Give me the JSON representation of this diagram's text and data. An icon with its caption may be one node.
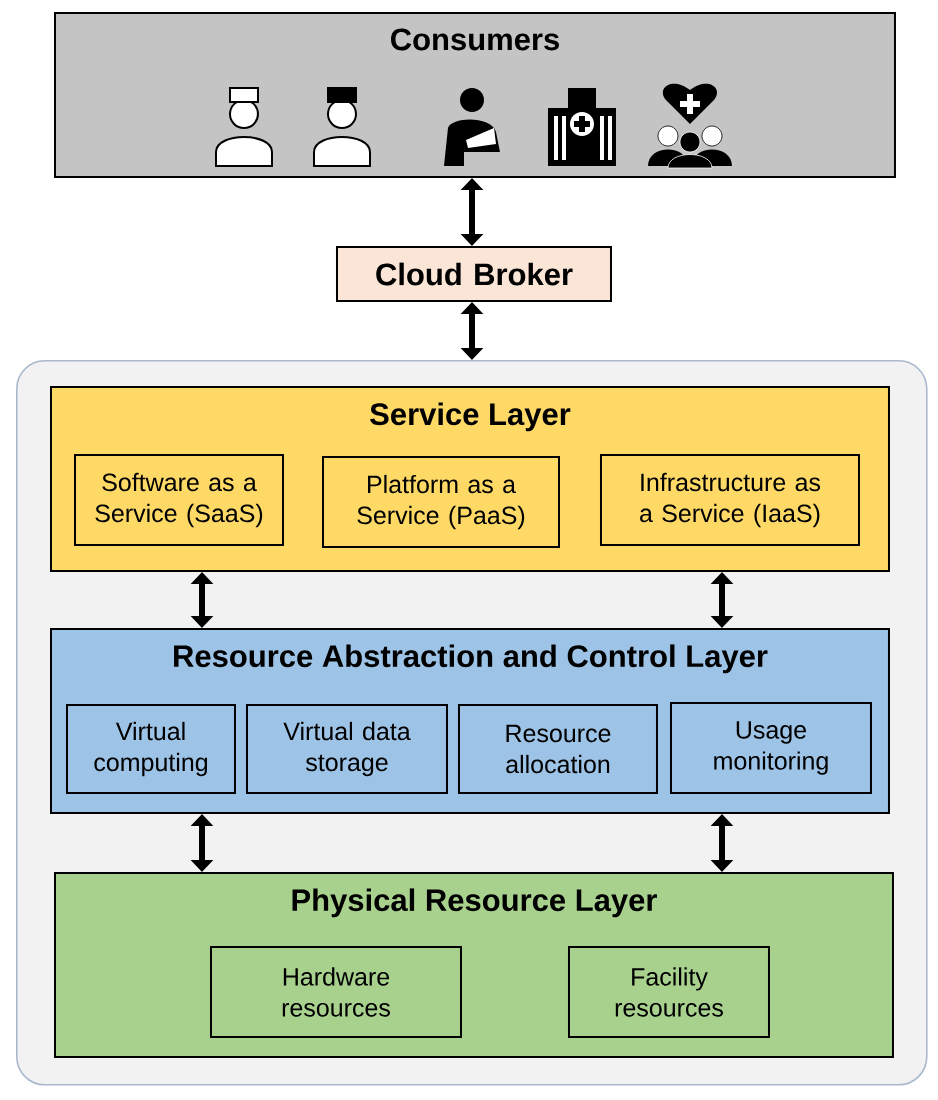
{
  "diagram": {
    "nodes": [
      {
        "text": [
          "Consumers"
        ]
      },
      {
        "text": [
          "Cloud Broker"
        ]
      },
      {
        "text": [],
        "shape": "box"
      },
      {
        "text": [
          "Service Layer"
        ],
        "in": 2
      },
      {
        "text": [
          "Software as a Service (SaaS)"
        ],
        "in": 3
      },
      {
        "text": [
          "Platform as a Service (PaaS)"
        ],
        "in": 3
      },
      {
        "text": [
          "Infrastructure as a Service (IaaS)"
        ],
        "in": 3
      },
      {
        "text": [
          "Resource Abstraction and Control Layer"
        ],
        "in": 2
      },
      {
        "text": [
          "Virtual computing"
        ],
        "in": 7
      },
      {
        "text": [
          "Virtual data storage"
        ],
        "in": 7
      },
      {
        "text": [
          "Resource allocation"
        ],
        "in": 7
      },
      {
        "text": [
          "Usage monitoring"
        ],
        "in": 7
      },
      {
        "text": [
          "Physical Resource Layer"
        ],
        "in": 2
      },
      {
        "text": [
          "Hardware resources"
        ],
        "in": 12
      },
      {
        "text": [
          "Facility resources"
        ],
        "in": 12
      }
    ],
    "edges": [
      {
        "from": 0,
        "to": 1,
        "arrow": "both"
      },
      {
        "from": 1,
        "to": 2,
        "arrow": "both"
      },
      {
        "from": 3,
        "to": 7,
        "arrow": "both"
      },
      {
        "from": 3,
        "to": 7,
        "arrow": "both"
      },
      {
        "from": 7,
        "to": 12,
        "arrow": "both"
      },
      {
        "from": 7,
        "to": 12,
        "arrow": "both"
      }
    ]
  }
}
